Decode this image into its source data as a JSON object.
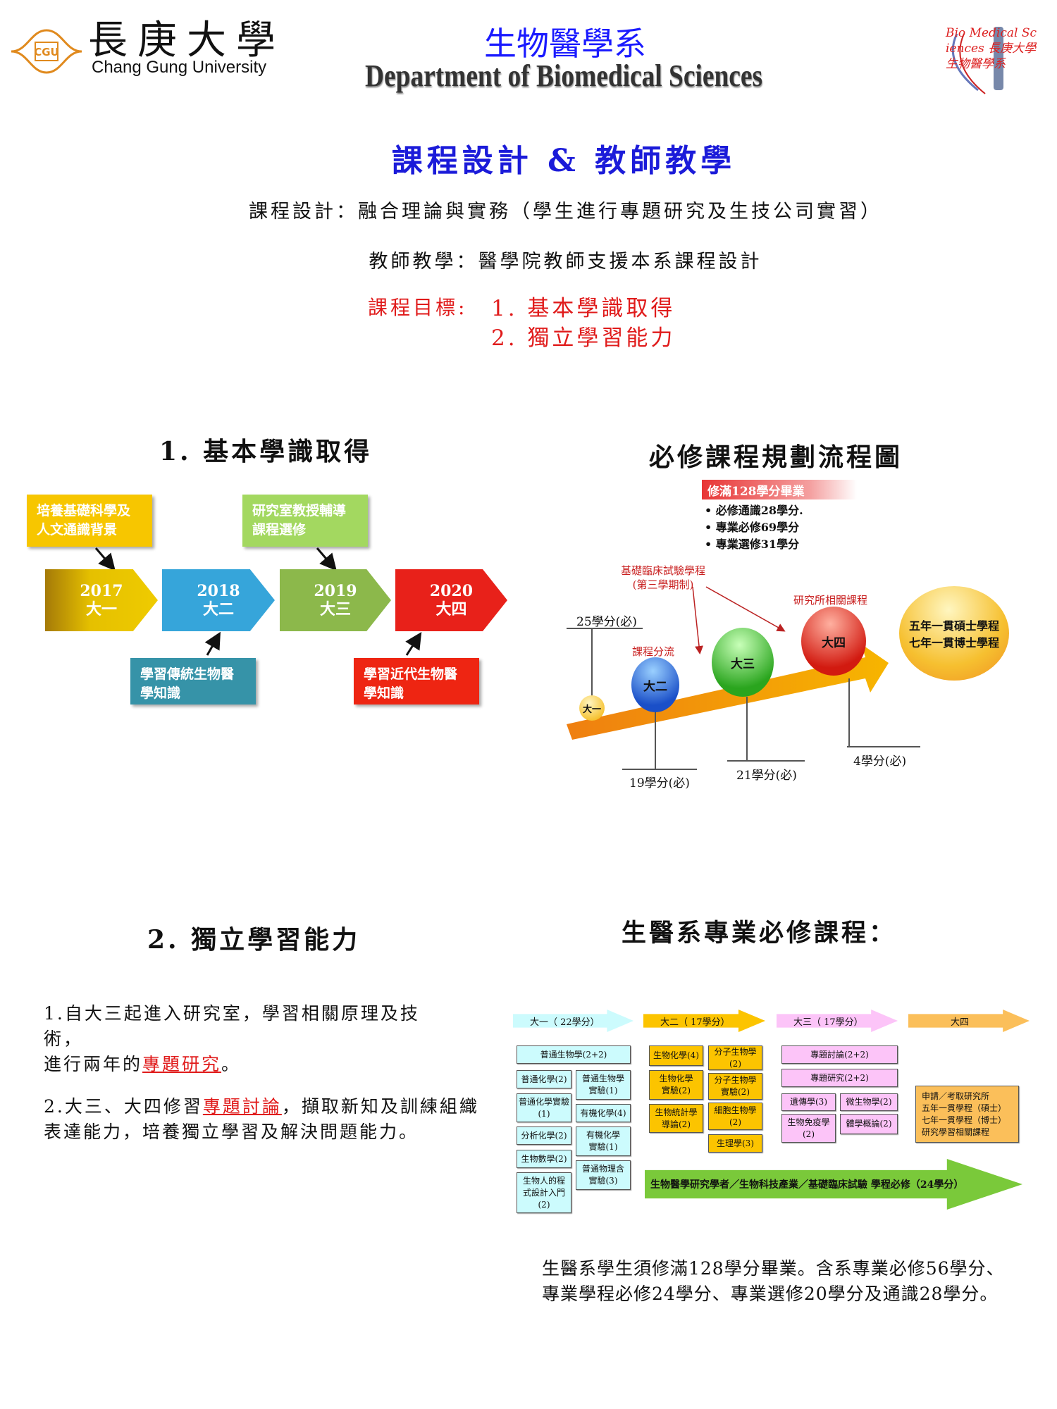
{
  "header": {
    "logo_cn": "長庚大學",
    "logo_en": "Chang Gung University",
    "logo_mark": "CGU",
    "dept_cn": "生物醫學系",
    "dept_en": "Department of Biomedical Sciences",
    "badge_text": "Bio Medical Sciences 長庚大學生物醫學系"
  },
  "title": "課程設計 & 教師教學",
  "line1": "課程設計：融合理論與實務（學生進行專題研究及生技公司實習）",
  "line2": "教師教學：醫學院教師支援本系課程設計",
  "goals": {
    "label": "課程目標:",
    "g1": "1. 基本學識取得",
    "g2": "2. 獨立學習能力"
  },
  "section1": {
    "title": "1. 基本學識取得",
    "notes": [
      "培養基礎科學及人文通識背景",
      "研究室教授輔導課程選修",
      "學習傳統生物醫學知識",
      "學習近代生物醫學知識"
    ],
    "years": [
      {
        "year": "2017",
        "grade": "大一",
        "color": "#e0b400"
      },
      {
        "year": "2018",
        "grade": "大二",
        "color": "#35a3d8"
      },
      {
        "year": "2019",
        "grade": "大三",
        "color": "#8dbb4c"
      },
      {
        "year": "2020",
        "grade": "大四",
        "color": "#e8231a"
      }
    ]
  },
  "flow": {
    "title": "必修課程規劃流程圖",
    "banner": "修滿128學分畢業",
    "bullets": [
      "必修通識28學分.",
      "專業必修69學分",
      "專業選修31學分"
    ],
    "clinical": "基礎臨床試驗學程",
    "clinical_sub": "(第三學期制)",
    "grad": "研究所相關課程",
    "split": "課程分流",
    "balls": [
      "大一",
      "大二",
      "大三",
      "大四"
    ],
    "future": [
      "五年一貫碩士學程",
      "七年一貫博士學程"
    ],
    "credits": [
      "25學分(必)",
      "19學分(必)",
      "21學分(必)",
      "4學分(必)"
    ]
  },
  "section2": {
    "title": "2. 獨立學習能力",
    "p1a": "1.自大三起進入研究室，學習相關原理及技術，",
    "p1b": "進行兩年的",
    "p1u": "專題研究",
    "p1c": "。",
    "p2a": "2.大三、大四修習",
    "p2u": "專題討論",
    "p2b": "，擷取新知及訓練組織表達能力，培養獨立學習及解決問題能力。"
  },
  "courses": {
    "title": "生醫系專業必修課程：",
    "headers": [
      "大一（ 22學分）",
      "大二（ 17學分）",
      "大三（ 17學分）",
      "大四"
    ],
    "y1": [
      "普通生物學(2+2)",
      "普通化學(2)",
      "普通化學實驗(1)",
      "分析化學(2)",
      "生物數學(2)",
      "生物人的程式設計入門(2)",
      "普通生物學實驗(1)",
      "有機化學(4)",
      "有機化學實驗(1)",
      "普通物理含實驗(3)"
    ],
    "y2": [
      "生物化學(4)",
      "生物化學實驗(2)",
      "生物統計學導論(2)",
      "分子生物學(2)",
      "分子生物學實驗(2)",
      "細胞生物學(2)",
      "生理學(3)"
    ],
    "y3": [
      "專題討論(2+2)",
      "專題研究(2+2)",
      "遺傳學(3)",
      "微生物學(2)",
      "生物免疫學(2)",
      "體學概論(2)"
    ],
    "y4": [
      "申請／考取研究所",
      "五年一貫學程（碩士）",
      "七年一貫學程（博士）",
      "研究學習相關課程"
    ],
    "program": "生物醫學研究學者／生物科技產業／基礎臨床試驗 學程必修（24學分）",
    "summary": "生醫系學生須修滿128學分畢業。含系專業必修56學分、專業學程必修24學分、專業選修20學分及通識28學分。"
  }
}
